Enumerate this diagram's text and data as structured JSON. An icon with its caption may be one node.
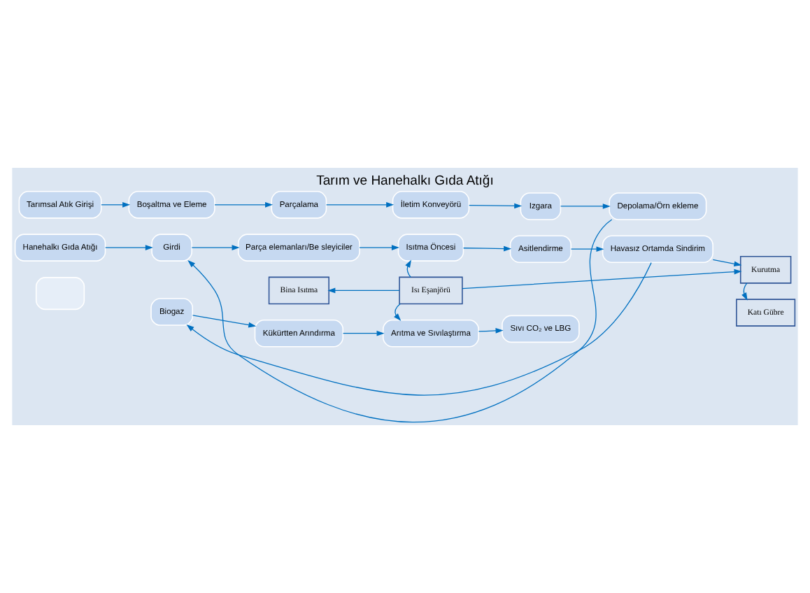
{
  "diagram": {
    "title": "Tarım ve Hanehalkı Gıda Atığı",
    "nodes": [
      {
        "text": [
          "Tarımsal Atık Girişi"
        ]
      },
      {
        "text": [
          "Boşaltma ve Eleme"
        ]
      },
      {
        "text": [
          "Parçalama"
        ]
      },
      {
        "text": [
          "İletim Konveyörü"
        ]
      },
      {
        "text": [
          "Izgara"
        ]
      },
      {
        "text": [
          "Depolama/Örn ekleme"
        ]
      },
      {
        "text": [
          "Hanehalkı Gıda Atığı"
        ]
      },
      {
        "text": [
          "Girdi"
        ]
      },
      {
        "text": [
          "Parça elemanları/Be sleyiciler"
        ]
      },
      {
        "text": [
          "Isıtma Öncesi"
        ]
      },
      {
        "text": [
          "Asitlendirme"
        ]
      },
      {
        "text": [
          "Havasız Ortamda Sindirim"
        ]
      },
      {
        "text": [
          "Kurutma"
        ]
      },
      {
        "text": [
          "Bina Isıtma"
        ]
      },
      {
        "text": [
          "Isı Eşanjörü"
        ]
      },
      {
        "text": [],
        "shape": "box"
      },
      {
        "text": [
          "Biogaz"
        ]
      },
      {
        "text": [
          "Kükürtten Arındırma"
        ]
      },
      {
        "text": [
          "Arıtma ve Sıvılaştırma"
        ]
      },
      {
        "text": [
          "Sıvı CO₂ ve LBG"
        ]
      },
      {
        "text": [
          "Katı Gübre"
        ]
      }
    ],
    "edges": [
      {
        "from": 0,
        "to": 1,
        "arrow": "to"
      },
      {
        "from": 1,
        "to": 2,
        "arrow": "to"
      },
      {
        "from": 2,
        "to": 3,
        "arrow": "to"
      },
      {
        "from": 3,
        "to": 4,
        "arrow": "to"
      },
      {
        "from": 4,
        "to": 5,
        "arrow": "to"
      },
      {
        "from": 5,
        "to": 7,
        "arrow": "to"
      },
      {
        "from": 6,
        "to": 7,
        "arrow": "to"
      },
      {
        "from": 7,
        "to": 8,
        "arrow": "to"
      },
      {
        "from": 8,
        "to": 9,
        "arrow": "to"
      },
      {
        "from": 9,
        "to": 10,
        "arrow": "to"
      },
      {
        "from": 10,
        "to": 11,
        "arrow": "to"
      },
      {
        "from": 11,
        "to": 12,
        "arrow": "to"
      },
      {
        "from": 14,
        "to": 13,
        "arrow": "to"
      },
      {
        "from": 14,
        "to": 9,
        "arrow": "to"
      },
      {
        "from": 14,
        "to": 18,
        "arrow": "to"
      },
      {
        "from": 14,
        "to": 12,
        "arrow": "to"
      },
      {
        "from": 11,
        "to": 16,
        "arrow": "to"
      },
      {
        "from": 12,
        "to": 20,
        "arrow": "to"
      },
      {
        "from": 16,
        "to": 17,
        "arrow": "to"
      },
      {
        "from": 17,
        "to": 18,
        "arrow": "to"
      },
      {
        "from": 18,
        "to": 19,
        "arrow": "to"
      }
    ]
  }
}
